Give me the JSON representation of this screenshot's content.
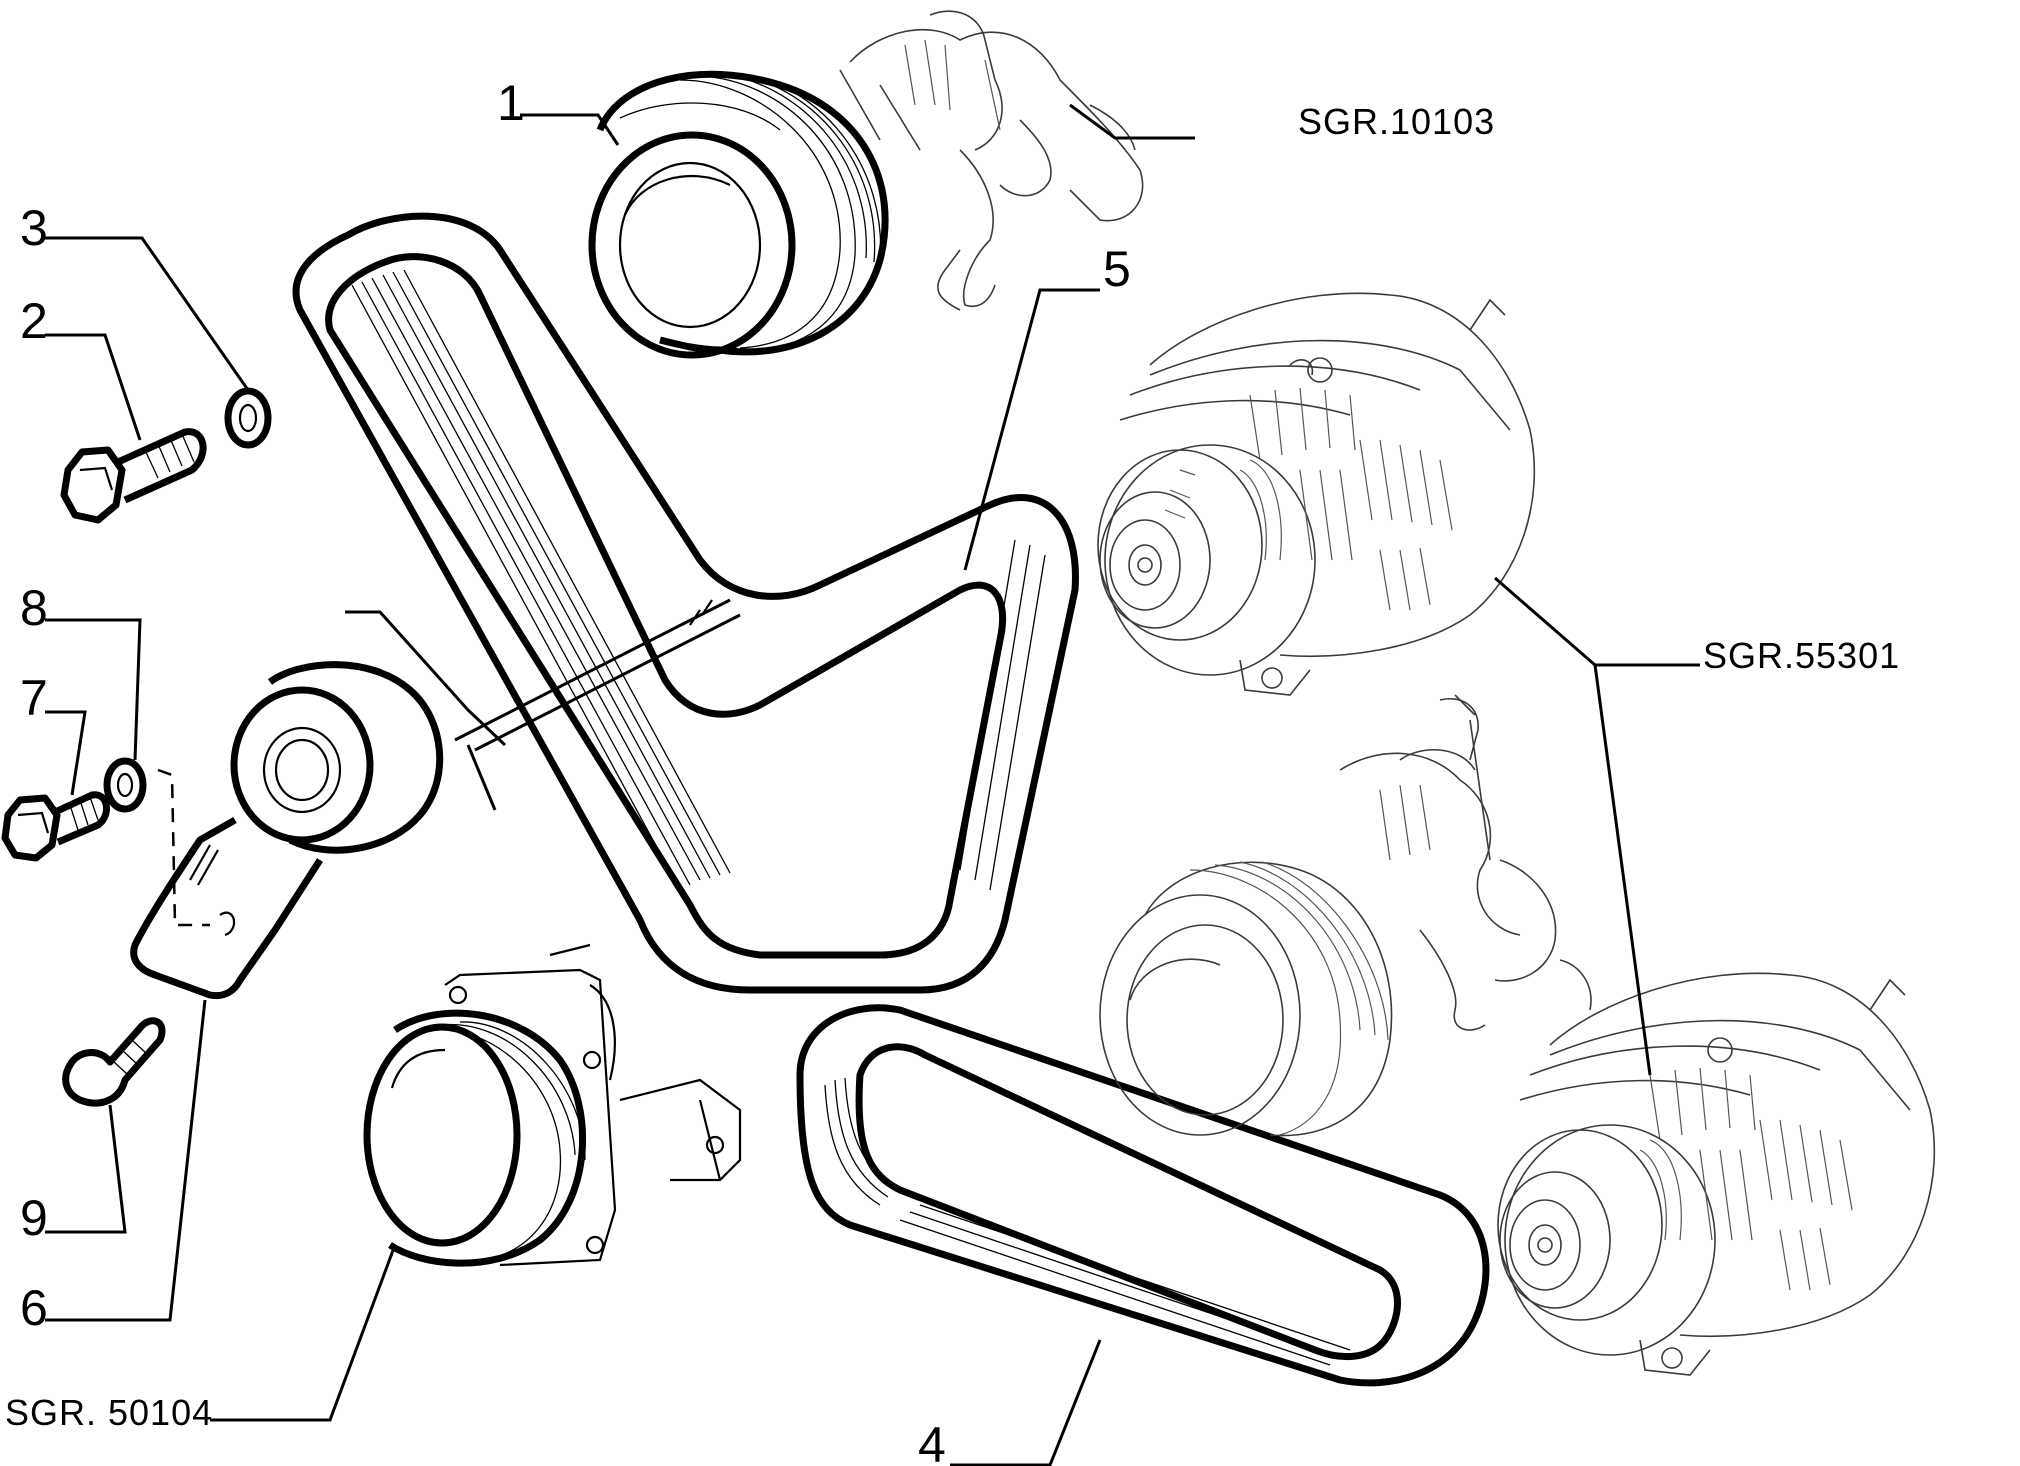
{
  "callouts": {
    "c1": "1",
    "c2": "2",
    "c3": "3",
    "c4": "4",
    "c5": "5",
    "c6": "6",
    "c7": "7",
    "c8": "8",
    "c9": "9",
    "ref_crank": "SGR.10103",
    "ref_alternator": "SGR.55301",
    "ref_pump": "SGR. 50104"
  }
}
